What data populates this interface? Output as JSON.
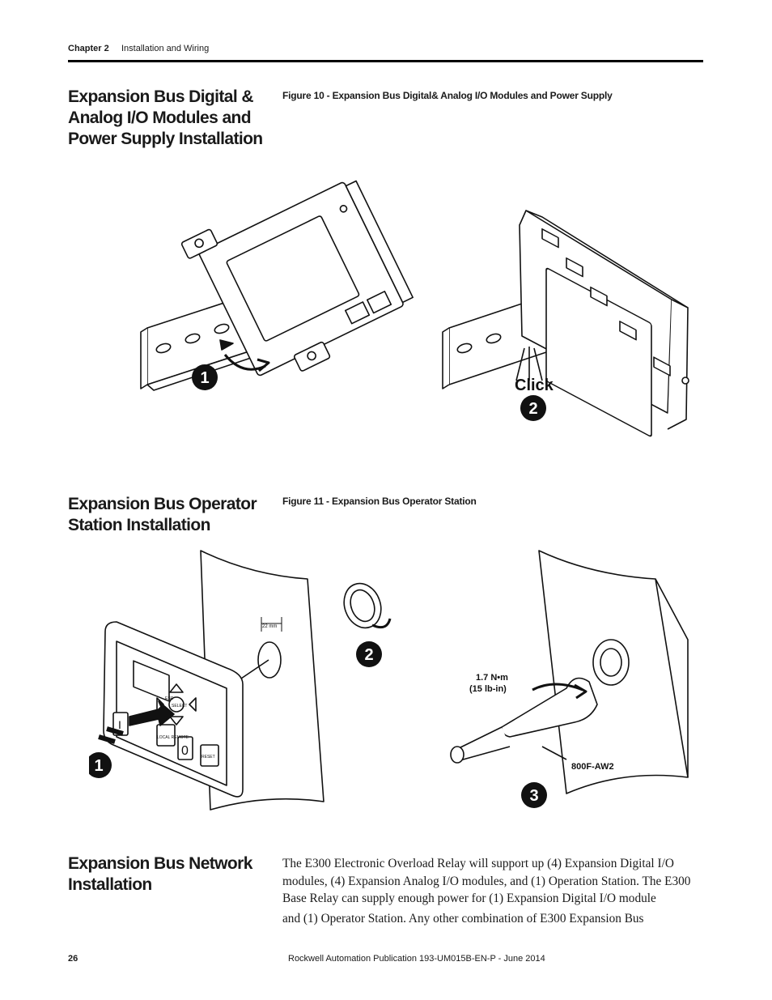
{
  "header": {
    "chapter": "Chapter 2",
    "title": "Installation and Wiring"
  },
  "sections": [
    {
      "title": "Expansion Bus Digital & Analog I/O Modules and Power Supply Installation",
      "figure_caption": "Figure 10 - Expansion Bus Digital& Analog I/O Modules and Power Supply",
      "figure_labels": {
        "step1": "1",
        "click": "Click",
        "step2": "2"
      }
    },
    {
      "title": "Expansion Bus Operator Station Installation",
      "figure_caption": "Figure 11 - Expansion Bus Operator Station",
      "figure_labels": {
        "step1": "1",
        "step2": "2",
        "step3": "3",
        "hole_size": "22 mm",
        "torque_nm": "1.7 N•m",
        "torque_lbin": "(15 lb-in)",
        "tool_part": "800F-AW2",
        "btn_esc": "ESC",
        "btn_select": "SELECT",
        "btn_local_remote": "LOCAL REMOTE",
        "btn_reset": "RESET",
        "btn_on": "I",
        "btn_off": "0"
      }
    },
    {
      "title": "Expansion Bus Network Installation",
      "body_line1": "The E300 Electronic Overload Relay will support up (4) Expansion Digital I/O modules, (4) Expansion Analog I/O modules, and (1) Operation Station. The E300 Base Relay can supply enough power for (1) Expansion Digital I/O module",
      "body_line2": "and (1) Operator Station. Any other combination of E300 Expansion Bus"
    }
  ],
  "footer": {
    "page_number": "26",
    "publication": "Rockwell Automation Publication 193-UM015B-EN-P - June 2014"
  }
}
